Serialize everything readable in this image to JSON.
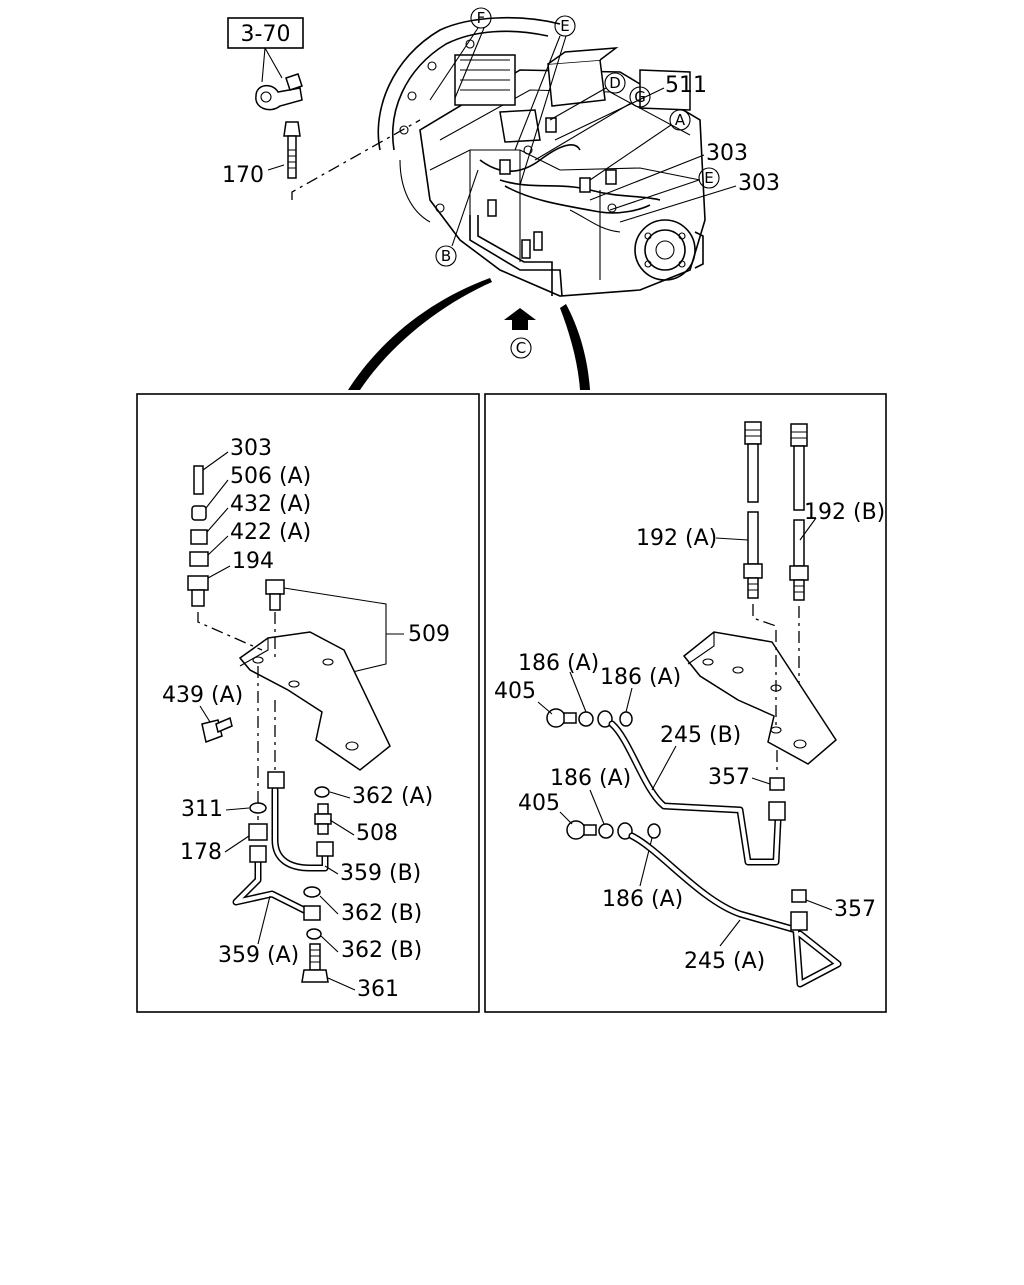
{
  "ref_box": "3-70",
  "top_labels": {
    "p170": "170",
    "p511": "511",
    "p303a": "303",
    "p303b": "303"
  },
  "circle_labels": {
    "F": "F",
    "E1": "E",
    "D": "D",
    "G": "G",
    "A": "A",
    "E2": "E",
    "B": "B",
    "C": "C"
  },
  "left_panel": {
    "p303": "303",
    "p506a": "506 (A)",
    "p432a": "432 (A)",
    "p422a": "422 (A)",
    "p194": "194",
    "p509": "509",
    "p439a": "439 (A)",
    "p311": "311",
    "p178": "178",
    "p362a": "362 (A)",
    "p508": "508",
    "p359b": "359 (B)",
    "p362b1": "362 (B)",
    "p362b2": "362 (B)",
    "p359a": "359 (A)",
    "p361": "361"
  },
  "right_panel": {
    "p192a": "192 (A)",
    "p192b": "192 (B)",
    "p186a1": "186 (A)",
    "p186a2": "186 (A)",
    "p405a": "405",
    "p245b": "245 (B)",
    "p357a": "357",
    "p186a3": "186 (A)",
    "p405b": "405",
    "p186a4": "186 (A)",
    "p357b": "357",
    "p245a": "245 (A)"
  }
}
